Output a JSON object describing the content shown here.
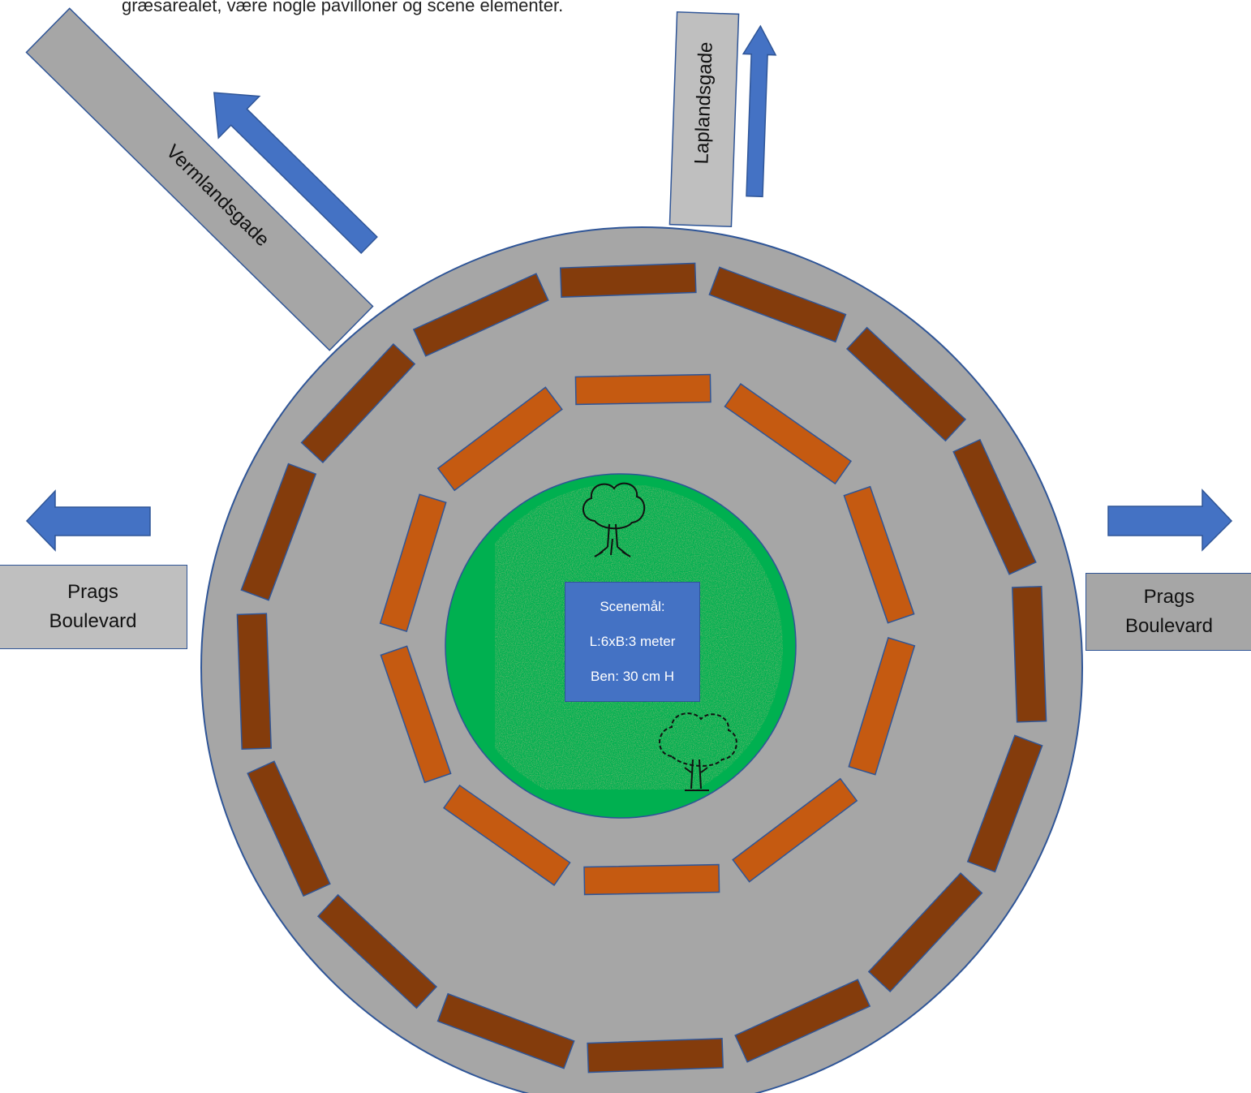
{
  "note_text": "græsarealet, være nogle pavilloner og scene elementer.",
  "roads": {
    "vermlandsgade": "Vermlandsgade",
    "laplandsgade": "Laplandsgade",
    "prags_left_line1": "Prags",
    "prags_left_line2": "Boulevard",
    "prags_right_line1": "Prags",
    "prags_right_line2": "Boulevard"
  },
  "stage": {
    "line1": "Scenemål:",
    "line2": "L:6xB:3 meter",
    "line3": "Ben: 30 cm H"
  },
  "colors": {
    "plaza": "#a6a6a6",
    "outline": "#2f5597",
    "arrow": "#4472c4",
    "outer_pavilion": "#843c0c",
    "inner_pavilion": "#c55a11",
    "grass": "#00b050",
    "road_left": "#bfbfbf",
    "road_right": "#a6a6a6"
  },
  "icons": {
    "tree_top": "tree-icon",
    "tree_bottom": "tree-icon"
  }
}
